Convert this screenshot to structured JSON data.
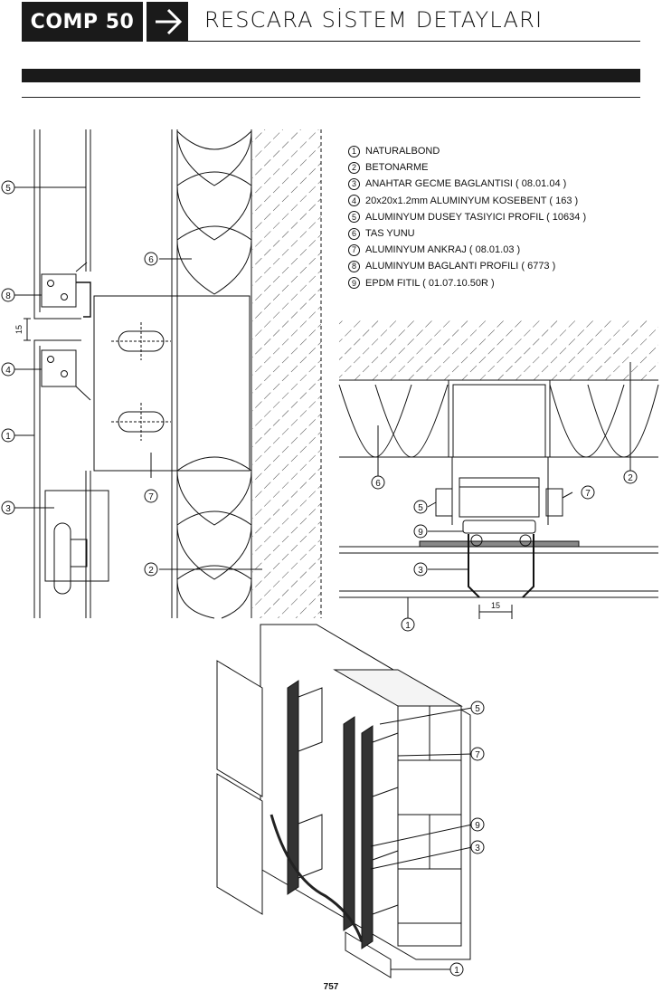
{
  "header": {
    "code": "COMP 50",
    "title": "RESCARA SİSTEM DETAYLARI"
  },
  "legend": [
    {
      "num": "1",
      "text": "NATURALBOND"
    },
    {
      "num": "2",
      "text": "BETONARME"
    },
    {
      "num": "3",
      "text": "ANAHTAR GECME BAGLANTISI ( 08.01.04 )"
    },
    {
      "num": "4",
      "text": "20x20x1.2mm ALUMINYUM KOSEBENT ( 163 )"
    },
    {
      "num": "5",
      "text": "ALUMINYUM DUSEY TASIYICI PROFIL ( 10634 )"
    },
    {
      "num": "6",
      "text": "TAS YUNU"
    },
    {
      "num": "7",
      "text": "ALUMINYUM ANKRAJ ( 08.01.03 )"
    },
    {
      "num": "8",
      "text": "ALUMINYUM BAGLANTI PROFILI ( 6773 )"
    },
    {
      "num": "9",
      "text": "EPDM FITIL ( 01.07.10.50R )"
    }
  ],
  "section_callouts": [
    "5",
    "8",
    "4",
    "1",
    "3",
    "6",
    "7",
    "2"
  ],
  "section_dim": "15",
  "plan_callouts": [
    "6",
    "2",
    "5",
    "7",
    "9",
    "3",
    "1"
  ],
  "plan_dim": "15",
  "iso_callouts": [
    "5",
    "7",
    "9",
    "3",
    "1"
  ],
  "page_number": "757",
  "colors": {
    "header_bg": "#1a1a1a",
    "line": "#111111"
  }
}
